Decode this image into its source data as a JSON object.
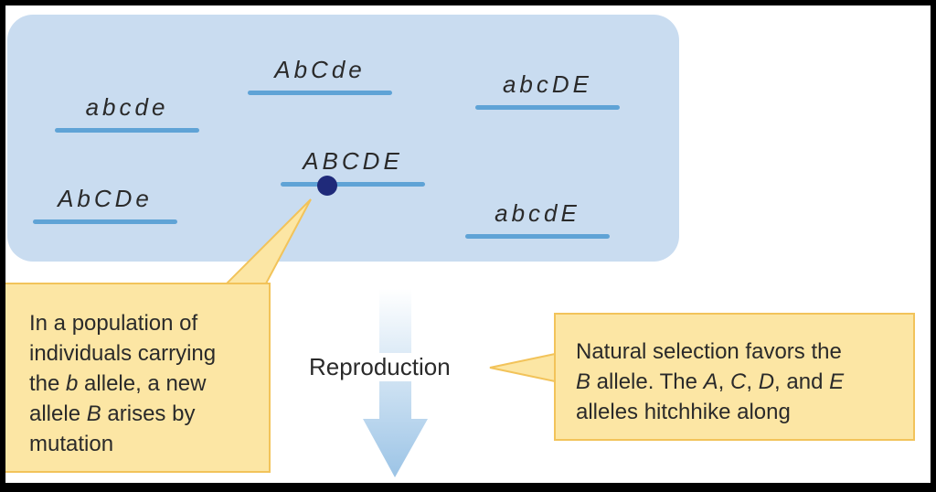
{
  "population": {
    "chromosomes": [
      {
        "id": "c1",
        "label": "abcde"
      },
      {
        "id": "c2",
        "label": "AbCde"
      },
      {
        "id": "c3",
        "label": "abcDE"
      },
      {
        "id": "c4",
        "label": "ABCDE"
      },
      {
        "id": "c5",
        "label": "AbCDe"
      },
      {
        "id": "c6",
        "label": "abcdE"
      }
    ]
  },
  "left_callout": {
    "line1": "In a population of",
    "line2": "individuals carrying",
    "line3_pre": "the ",
    "line3_em": "b",
    "line3_post": " allele, a new",
    "line4_pre": "allele ",
    "line4_em": "B",
    "line4_post": " arises by",
    "line5": "mutation"
  },
  "reproduction": {
    "label": "Reproduction"
  },
  "right_callout": {
    "line1": "Natural selection favors the",
    "line2_em1": "B",
    "line2_mid1": " allele. The ",
    "line2_em2": "A",
    "line2_mid2": ", ",
    "line2_em3": "C",
    "line2_mid3": ", ",
    "line2_em4": "D",
    "line2_mid4": ", and ",
    "line2_em5": "E",
    "line3": "alleles hitchhike along"
  },
  "colors": {
    "population_bg": "#c9dcf0",
    "chromosome": "#5fa3d6",
    "mutation_dot": "#1f2a7a",
    "callout_fill": "#fce6a4",
    "callout_border": "#f2c35a"
  }
}
